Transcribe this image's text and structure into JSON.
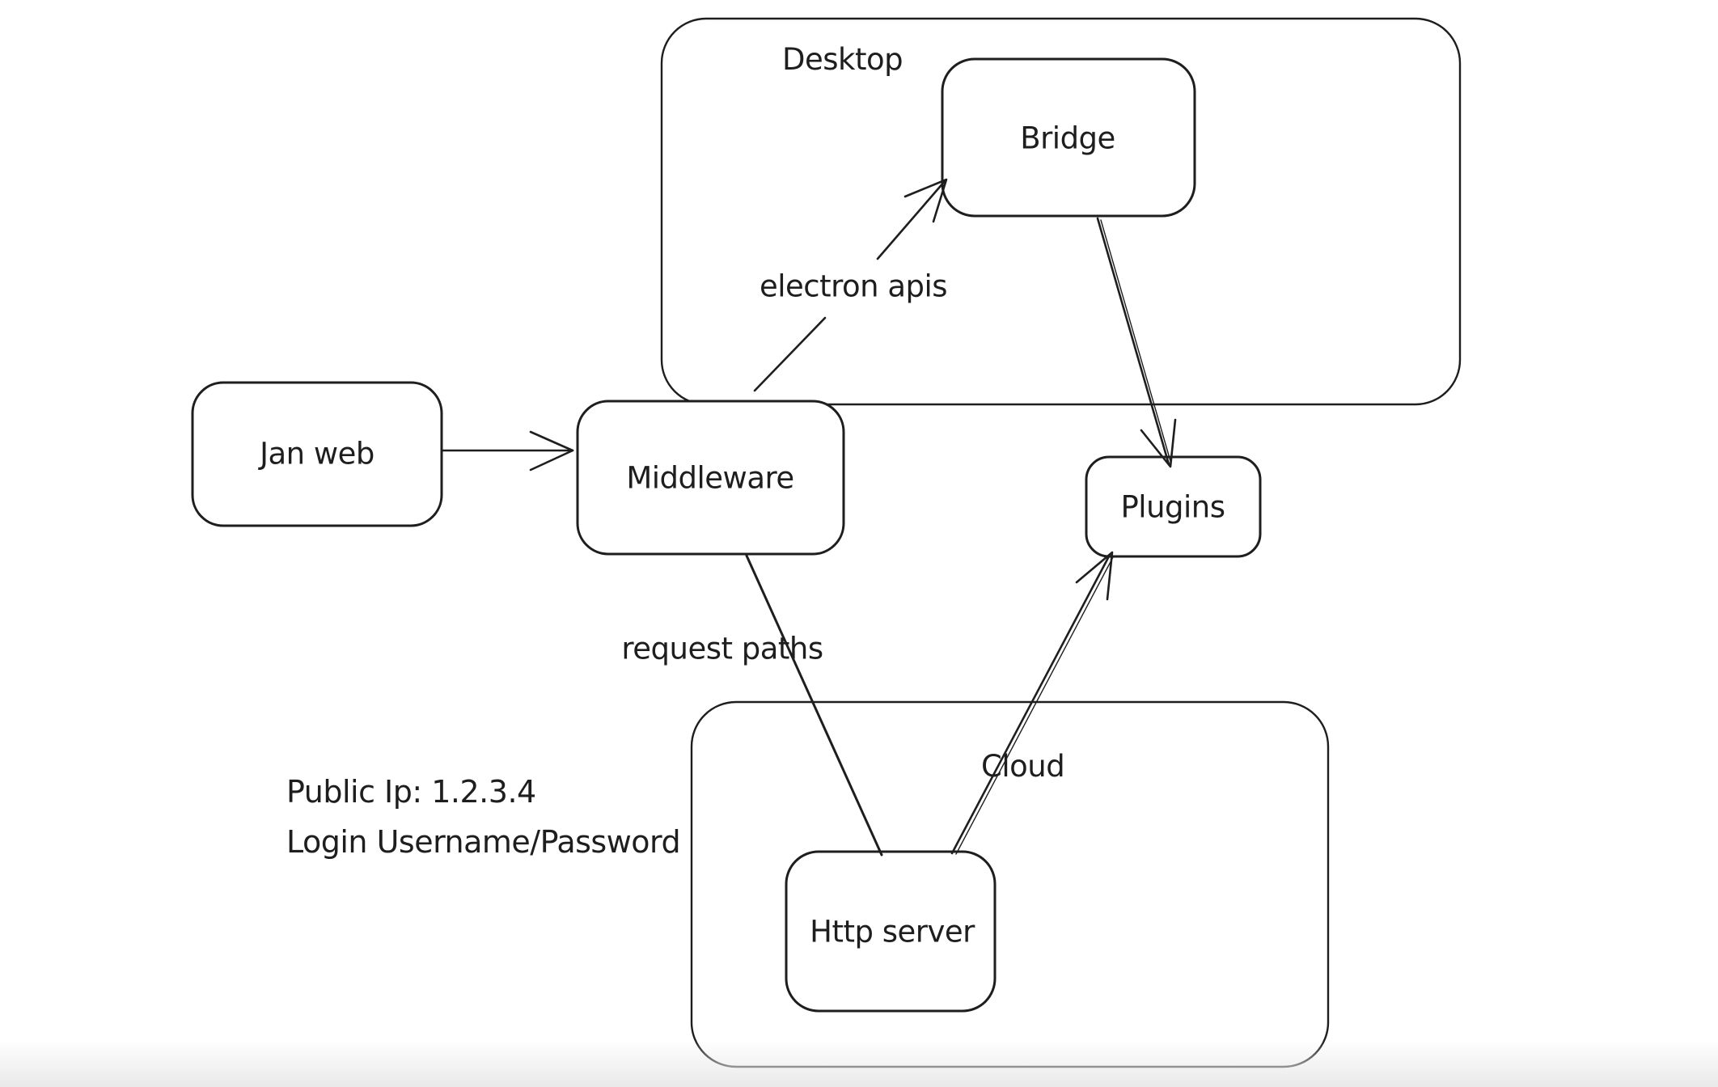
{
  "diagram": {
    "groups": [
      {
        "id": "desktop",
        "label": "Desktop"
      },
      {
        "id": "cloud",
        "label": "Cloud"
      }
    ],
    "nodes": [
      {
        "id": "jan-web",
        "label": "Jan web"
      },
      {
        "id": "middleware",
        "label": "Middleware"
      },
      {
        "id": "bridge",
        "label": "Bridge"
      },
      {
        "id": "plugins",
        "label": "Plugins"
      },
      {
        "id": "http-server",
        "label": "Http server"
      }
    ],
    "edges": [
      {
        "from": "jan-web",
        "to": "middleware",
        "label": ""
      },
      {
        "from": "middleware",
        "to": "bridge",
        "label": "electron apis"
      },
      {
        "from": "bridge",
        "to": "plugins",
        "label": ""
      },
      {
        "from": "middleware",
        "to": "http-server",
        "label": "request paths"
      },
      {
        "from": "http-server",
        "to": "plugins",
        "label": ""
      }
    ],
    "annotation": {
      "line1": "Public Ip: 1.2.3.4",
      "line2": "Login Username/Password"
    },
    "colors": {
      "stroke": "#1e1e1e",
      "background": "#ffffff"
    }
  }
}
